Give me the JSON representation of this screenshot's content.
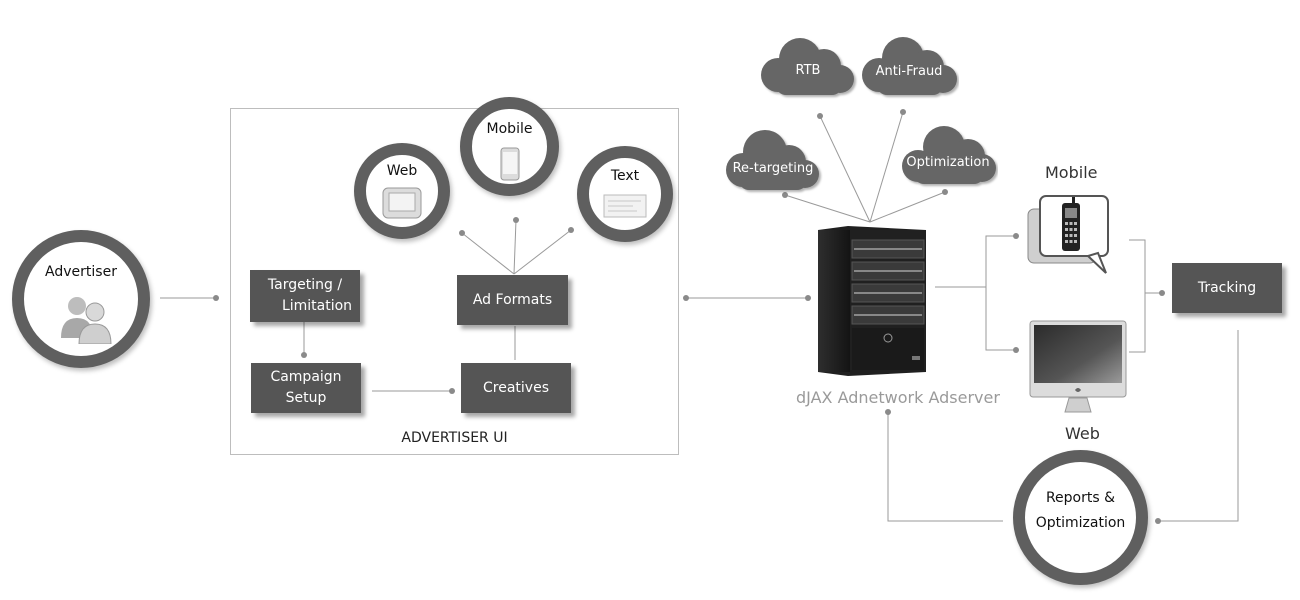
{
  "advertiser": {
    "label": "Advertiser"
  },
  "advertiser_ui": {
    "title": "ADVERTISER UI",
    "formats": {
      "web": "Web",
      "mobile": "Mobile",
      "text": "Text"
    },
    "boxes": {
      "targeting_line1": "Targeting /",
      "targeting_line2": "Limitation",
      "ad_formats": "Ad Formats",
      "campaign_line1": "Campaign",
      "campaign_line2": "Setup",
      "creatives": "Creatives"
    }
  },
  "clouds": {
    "rtb": "RTB",
    "anti_fraud": "Anti-Fraud",
    "retargeting": "Re-targeting",
    "optimization": "Optimization"
  },
  "adserver": {
    "label": "dJAX Adnetwork Adserver"
  },
  "channels": {
    "mobile": "Mobile",
    "web": "Web"
  },
  "tracking": {
    "label": "Tracking"
  },
  "reports": {
    "line1": "Reports &",
    "line2": "Optimization"
  }
}
